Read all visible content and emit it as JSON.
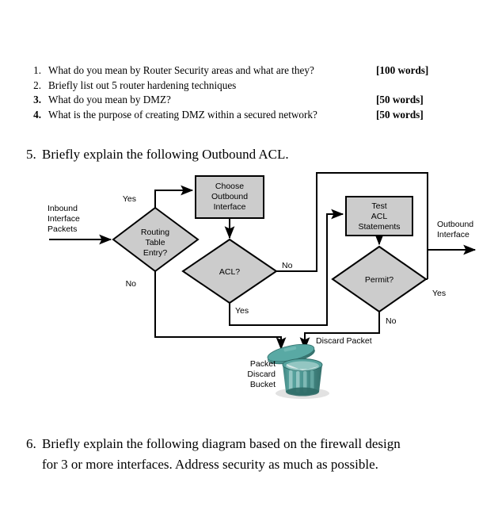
{
  "questions": [
    {
      "num": "1.",
      "num_bold": false,
      "text": "What do you mean by Router Security areas and what are they?",
      "words": "[100 words]"
    },
    {
      "num": "2.",
      "num_bold": false,
      "text": "Briefly list out 5 router hardening techniques",
      "words": ""
    },
    {
      "num": "3.",
      "num_bold": true,
      "text": "What do you mean by DMZ?",
      "words": "[50 words]"
    },
    {
      "num": "4.",
      "num_bold": true,
      "text": "What is the purpose of creating DMZ within a secured network?",
      "words": "[50 words]"
    }
  ],
  "question5": {
    "num": "5.",
    "text": "Briefly explain the following Outbound ACL."
  },
  "question6": {
    "num": "6.",
    "line1": "Briefly explain the following diagram based on the firewall design",
    "line2": "for 3 or more interfaces. Address security as much as possible."
  },
  "diagram": {
    "title": "Outbound ACL flowchart",
    "colors": {
      "shape_fill": "#cccccc",
      "shape_stroke": "#000000",
      "bucket_body": "#4b9490",
      "bucket_body_dark": "#3b7a76",
      "bucket_lid": "#4b9490",
      "bucket_highlight": "#7fb8b4"
    },
    "inbound_label": [
      "Inbound",
      "Interface",
      "Packets"
    ],
    "outbound_label": [
      "Outbound",
      "Interface"
    ],
    "nodes": [
      {
        "id": "routing",
        "type": "decision",
        "lines": [
          "Routing",
          "Table",
          "Entry?"
        ]
      },
      {
        "id": "choose",
        "type": "process",
        "lines": [
          "Choose",
          "Outbound",
          "Interface"
        ]
      },
      {
        "id": "acl",
        "type": "decision",
        "lines": [
          "ACL?"
        ]
      },
      {
        "id": "test",
        "type": "process",
        "lines": [
          "Test",
          "ACL",
          "Statements"
        ]
      },
      {
        "id": "permit",
        "type": "decision",
        "lines": [
          "Permit?"
        ]
      },
      {
        "id": "bucket",
        "type": "bucket",
        "lines": [
          "Packet",
          "Discard",
          "Bucket"
        ]
      }
    ],
    "edge_labels": {
      "routing_yes": "Yes",
      "routing_no": "No",
      "acl_no": "No",
      "acl_yes": "Yes",
      "permit_yes": "Yes",
      "permit_no": "No",
      "discard": "Discard Packet"
    }
  }
}
